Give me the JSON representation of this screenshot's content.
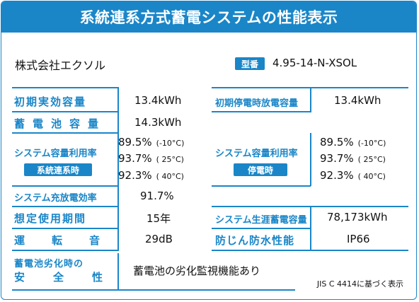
{
  "title": "系統連系方式蓄電システムの性能表示",
  "maker": "株式会社エクソル",
  "model": {
    "badge": "型番",
    "value": "4.95-14-N-XSOL"
  },
  "rows": {
    "init_capacity": {
      "label": "初期実効容量",
      "value": "13.4kWh"
    },
    "init_standalone": {
      "label": "初期停電時放電容量",
      "value": "13.4kWh"
    },
    "battery_capacity": {
      "label": "蓄電池容量",
      "value": "14.3kWh"
    },
    "usage_rate_left": {
      "label": "システム容量利用率",
      "tag": "系統連系時",
      "lines": [
        {
          "value": "89.5%",
          "temp": "(-10°C)"
        },
        {
          "value": "93.7%",
          "temp": "( 25°C)"
        },
        {
          "value": "92.3%",
          "temp": "( 40°C)"
        }
      ]
    },
    "usage_rate_right": {
      "label": "システム容量利用率",
      "tag": "停電時",
      "lines": [
        {
          "value": "89.5%",
          "temp": "(-10°C)"
        },
        {
          "value": "93.7%",
          "temp": "( 25°C)"
        },
        {
          "value": "92.3%",
          "temp": "( 40°C)"
        }
      ]
    },
    "charge_efficiency": {
      "label": "システム充放電効率",
      "value": "91.7%"
    },
    "expected_period": {
      "label": "想定使用期間",
      "value": "15年"
    },
    "lifetime_storage": {
      "label": "システム生涯蓄電容量",
      "value": "78,173kWh"
    },
    "noise": {
      "label": "運転音",
      "value": "29dB"
    },
    "waterproof": {
      "label": "防じん防水性能",
      "value": "IP66"
    },
    "safety": {
      "label_line1": "蓄電池劣化時の",
      "label_line2": "安全性",
      "value": "蓄電池の劣化監視機能あり"
    }
  },
  "footnote": "JIS C 4414に基づく表示"
}
